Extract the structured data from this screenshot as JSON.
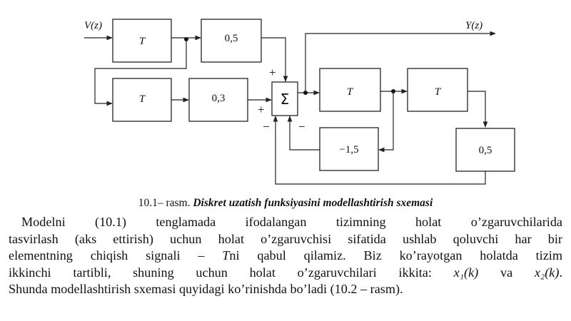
{
  "diagram": {
    "input_label": "V(z)",
    "output_label": "Y(z)",
    "blocks": {
      "t1": "T",
      "k1": "0,5",
      "t2": "T",
      "k2": "0,3",
      "sum": "Σ",
      "t3": "T",
      "t4": "T",
      "fb1": "−1,5",
      "fb2": "0,5"
    },
    "signs": {
      "top": "+",
      "left": "+",
      "bottom_left": "−",
      "bottom_right": "−"
    }
  },
  "caption": {
    "number": "10.1– rasm.",
    "title": "Diskret uzatish funksiyasini modellashtirish sxemasi"
  },
  "paragraph": {
    "line1": "Modelni (10.1) tenglamada ifodalangan tizimning holat o’zgaruvchilarida",
    "line2": "tasvirlash (aks ettirish) uchun holat o’zgaruvchisi sifatida ushlab qoluvchi har bir",
    "line3a": "elementning chiqish signali – ",
    "line3_var": "T",
    "line3b": "ni qabul qilamiz. Biz ko’rayotgan holatda tizim",
    "line4a": "ikkinchi tartibli, shuning uchun holat o’zgaruvchilari ikkita: ",
    "x1": "x₁(k)",
    "line4_mid": " va ",
    "x2": "x₂(k)",
    "line4_end": ".",
    "line5": "Shunda modellashtirish sxemasi quyidagi ko’rinishda bo’ladi (10.2 – rasm)."
  }
}
